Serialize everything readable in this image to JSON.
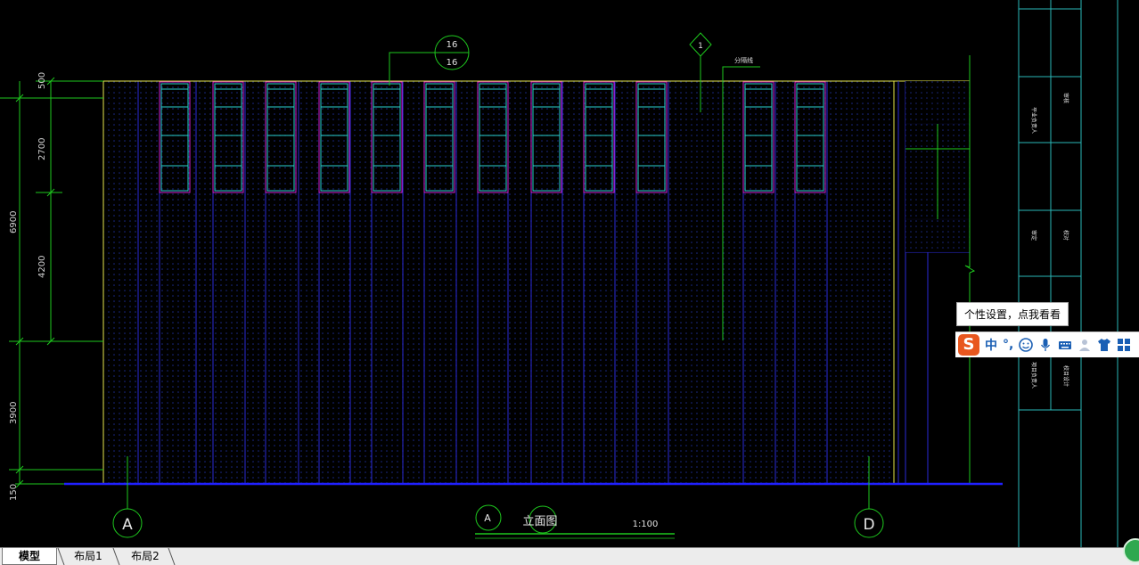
{
  "drawing": {
    "dimensions": [
      "500",
      "2700",
      "6900",
      "4200",
      "3900",
      "150"
    ],
    "window_tag": [
      "16",
      "16"
    ],
    "grid_labels": [
      "A",
      "D"
    ],
    "section_symbol": "1",
    "note_label": "分隔线",
    "title_circle_a": "A",
    "title": "立面图",
    "scale": "1:100",
    "title_block": [
      "平业负责人",
      "审核",
      "审定",
      "校对",
      "项目负责人",
      "校目设计"
    ]
  },
  "ime": {
    "tooltip": "个性设置，点我看看",
    "logo": "S",
    "mode": "中",
    "punct": "°,",
    "icons": [
      "emoji-icon",
      "microphone-icon",
      "keyboard-icon",
      "user-icon",
      "shirt-icon",
      "grid-icon"
    ]
  },
  "tabs": [
    "模型",
    "布局1",
    "布局2"
  ]
}
